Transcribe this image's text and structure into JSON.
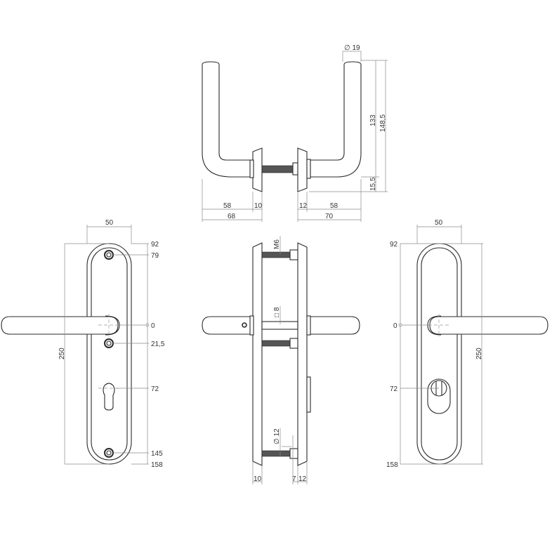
{
  "drawing": {
    "subject": "Lever handle on long backplate, technical dimension drawing",
    "units": "mm",
    "views": {
      "top_view": {
        "diameter": "∅ 19",
        "height_lever": "133",
        "height_total": "148,5",
        "rose_offset": "15,5",
        "left_lever_depth": "58",
        "left_rose_thickness": "10",
        "left_total": "68",
        "right_rose_thickness": "12",
        "right_lever_depth": "58",
        "right_total": "70"
      },
      "front_view_left": {
        "width": "50",
        "height": "250",
        "marks": [
          "92",
          "79",
          "0",
          "21,5",
          "72",
          "145",
          "158"
        ]
      },
      "side_view": {
        "thread": "M6",
        "spindle": "□ 8",
        "bush_diameter": "∅ 12",
        "left_plate": "10",
        "gap": "7",
        "right_plate": "12"
      },
      "front_view_right": {
        "width": "50",
        "height": "250",
        "marks": [
          "92",
          "0",
          "72",
          "158"
        ]
      }
    }
  }
}
